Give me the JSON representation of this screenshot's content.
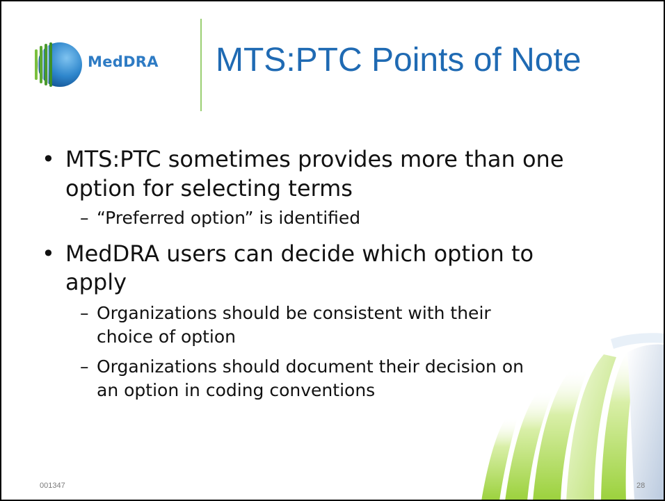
{
  "logo": {
    "text": "MedDRA",
    "brand_color": "#2e7bc4"
  },
  "title": "MTS:PTC Points of Note",
  "bullets": [
    {
      "lines": [
        "MTS:PTC sometimes provides more than one",
        "option for selecting terms"
      ],
      "sub": [
        {
          "lines": [
            "“Preferred option” is identified"
          ]
        }
      ]
    },
    {
      "lines": [
        "MedDRA users can decide which option to",
        "apply"
      ],
      "sub": [
        {
          "lines": [
            "Organizations should be consistent with their",
            "choice of option"
          ]
        },
        {
          "lines": [
            "Organizations should document their decision on",
            "an option in coding conventions"
          ]
        }
      ]
    }
  ],
  "bullet_glyph": "•",
  "dash_glyph": "–",
  "footer": {
    "left": "001347",
    "right": "28"
  },
  "colors": {
    "title": "#1f6ab3",
    "divider": "#9acf72",
    "decoration_green": "#9fd34a"
  }
}
